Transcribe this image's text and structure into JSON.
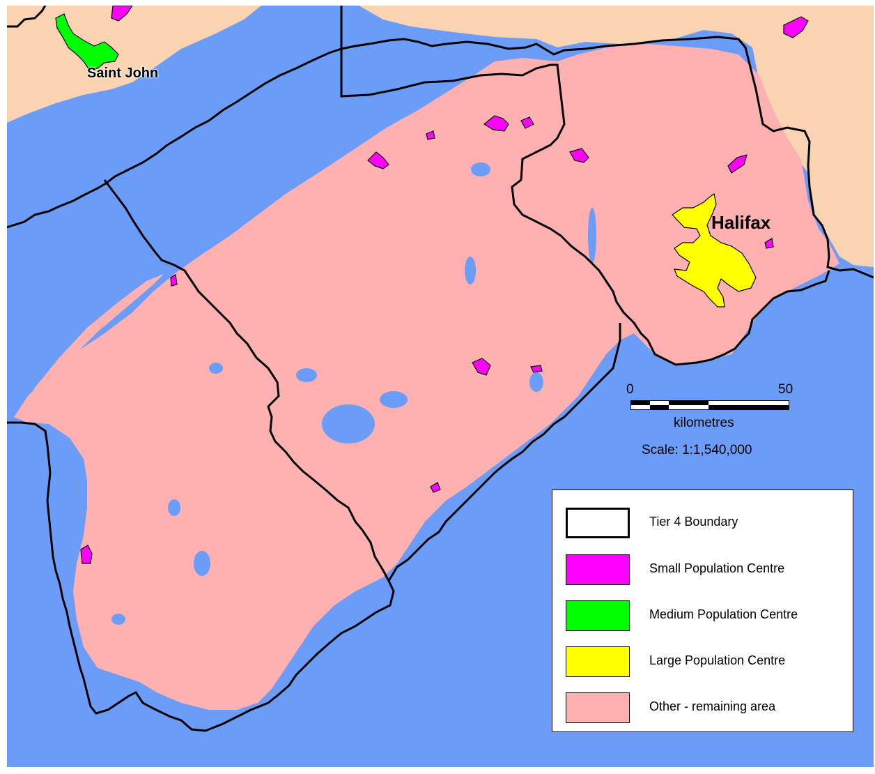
{
  "map": {
    "labels": {
      "saint_john": "Saint John",
      "halifax": "Halifax"
    },
    "scale_bar": {
      "tick_start": "0",
      "tick_end": "50",
      "unit": "kilometres",
      "ratio": "Scale: 1:1,540,000"
    },
    "legend": {
      "items": [
        {
          "label": "Tier 4 Boundary",
          "color": "#ffffff",
          "kind": "boundary"
        },
        {
          "label": "Small Population Centre",
          "color": "#ff00ff",
          "kind": "fill"
        },
        {
          "label": "Medium Population Centre",
          "color": "#00ff00",
          "kind": "fill"
        },
        {
          "label": "Large Population Centre",
          "color": "#ffff00",
          "kind": "fill"
        },
        {
          "label": "Other - remaining area",
          "color": "#ffb0b0",
          "kind": "fill"
        }
      ]
    },
    "colors": {
      "water": "#6b9cf7",
      "land_other_province": "#fad4b2",
      "remaining_area": "#ffb0b0",
      "small_centre": "#ff00ff",
      "medium_centre": "#00ff00",
      "large_centre": "#ffff00",
      "boundary": "#000000"
    }
  }
}
